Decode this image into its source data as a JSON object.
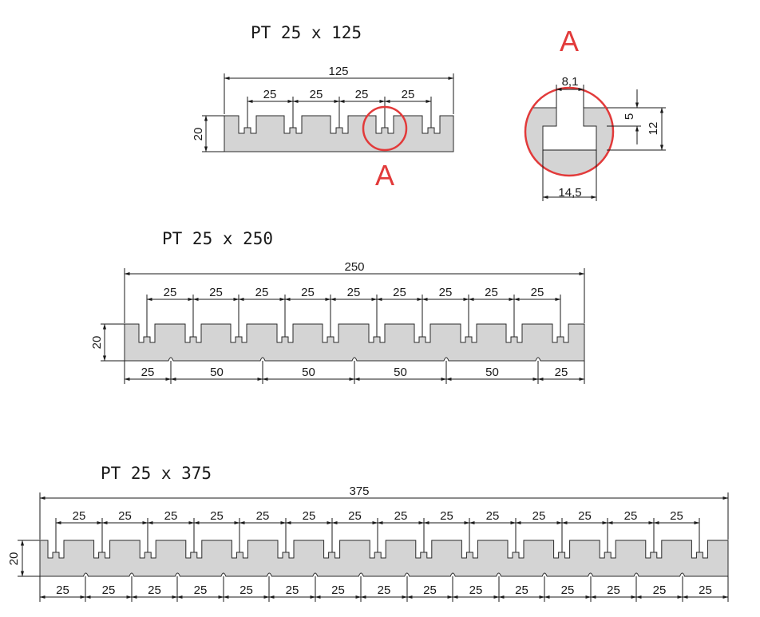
{
  "drawings": [
    {
      "title": "PT 25 x 125",
      "overall": "125",
      "height": "20",
      "pitch_labels": [
        "25",
        "25",
        "25",
        "25"
      ],
      "bottom_labels": [],
      "callout": "A"
    },
    {
      "title": "PT 25 x 250",
      "overall": "250",
      "height": "20",
      "pitch_labels": [
        "25",
        "25",
        "25",
        "25",
        "25",
        "25",
        "25",
        "25",
        "25"
      ],
      "bottom_labels": [
        "25",
        "50",
        "50",
        "50",
        "50",
        "25"
      ]
    },
    {
      "title": "PT 25 x 375",
      "overall": "375",
      "height": "20",
      "pitch_labels": [
        "25",
        "25",
        "25",
        "25",
        "25",
        "25",
        "25",
        "25",
        "25",
        "25",
        "25",
        "25",
        "25",
        "25"
      ],
      "bottom_labels": [
        "25",
        "25",
        "25",
        "25",
        "25",
        "25",
        "25",
        "25",
        "25",
        "25",
        "25",
        "25",
        "25",
        "25",
        "25"
      ]
    }
  ],
  "detail": {
    "label": "A",
    "slot_opening": "8,1",
    "slot_width": "14,5",
    "lip_depth": "5",
    "slot_depth": "12"
  },
  "colors": {
    "profile_fill": "#d4d4d4",
    "outline": "#2a2a2a",
    "highlight": "#e23a3a"
  }
}
